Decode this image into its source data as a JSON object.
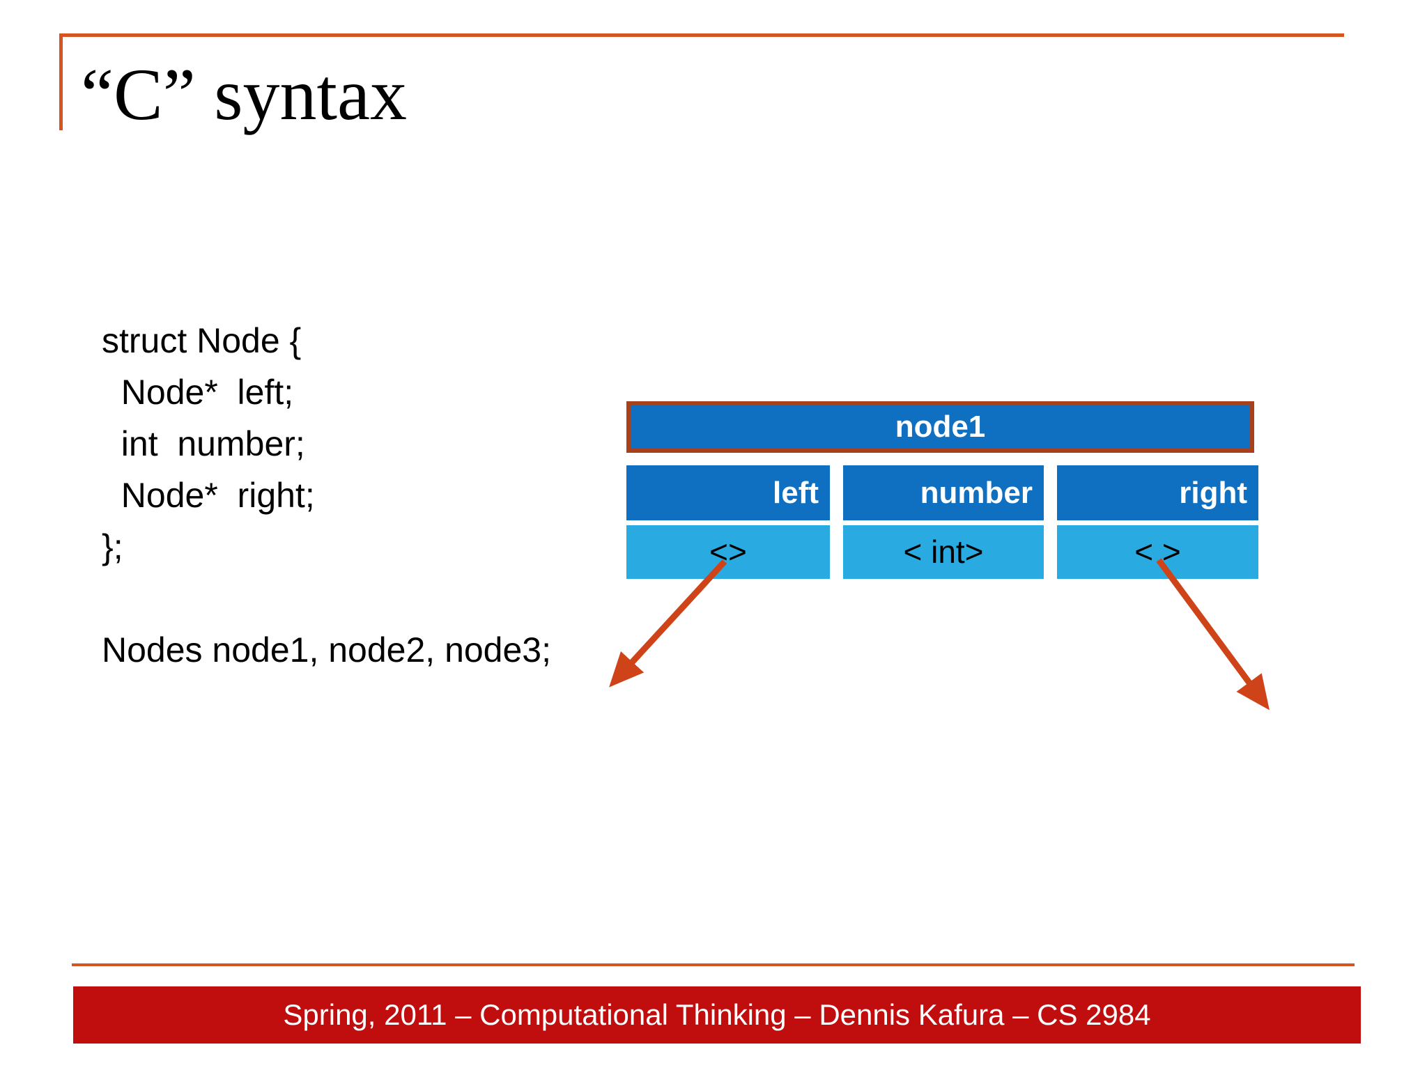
{
  "slide": {
    "title": "“C” syntax"
  },
  "code": {
    "lines": [
      "struct Node {",
      "  Node*  left;",
      "  int  number;",
      "  Node*  right;",
      "};",
      "",
      "Nodes node1, node2, node3;"
    ]
  },
  "diagram": {
    "node_label": "node1",
    "columns": [
      {
        "header": "left",
        "value": "<>"
      },
      {
        "header": "number",
        "value": "< int>"
      },
      {
        "header": "right",
        "value": "< >"
      }
    ]
  },
  "footer": {
    "text": "Spring, 2011 – Computational Thinking – Dennis Kafura – CS 2984"
  },
  "colors": {
    "accent_orange": "#D4551F",
    "arrow_orange": "#CE4418",
    "node_border": "#A8401C",
    "dark_blue": "#0F70C2",
    "light_blue": "#29ABE2",
    "footer_red": "#C00D0D",
    "text_black": "#000000"
  }
}
